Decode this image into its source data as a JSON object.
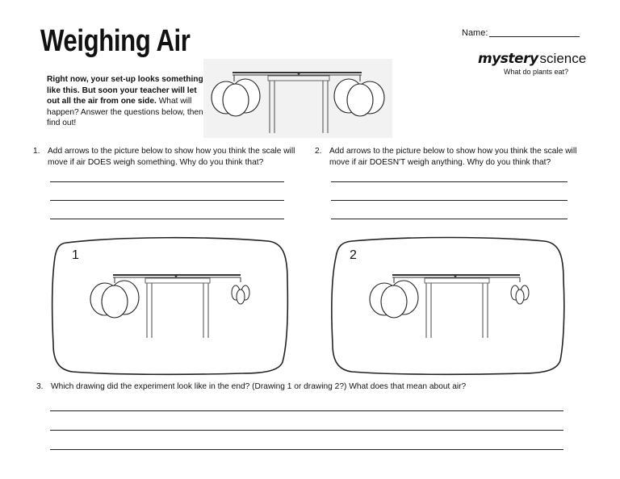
{
  "header": {
    "title": "Weighing Air",
    "name_label": "Name:",
    "logo_brand": "mystery",
    "logo_science": "science",
    "subtitle": "What do plants eat?"
  },
  "intro": {
    "bold_text": "Right now, your set-up looks something like this. But soon your teacher will let out all the air from one side.",
    "normal_text": " What will happen? Answer the questions below, then find out!"
  },
  "questions": [
    {
      "number": "1.",
      "text": "Add arrows to the picture below to show how you think the scale will move if air DOES weigh something. Why do you think that?"
    },
    {
      "number": "2.",
      "text": "Add arrows to the picture below to show how you think the scale will move if air DOESN'T weigh anything. Why do you think that?"
    },
    {
      "number": "3.",
      "text": "Which drawing did the experiment look like in the end? (Drawing 1 or drawing 2?) What does that mean about air?"
    }
  ],
  "panels": [
    {
      "label": "1"
    },
    {
      "label": "2"
    }
  ]
}
